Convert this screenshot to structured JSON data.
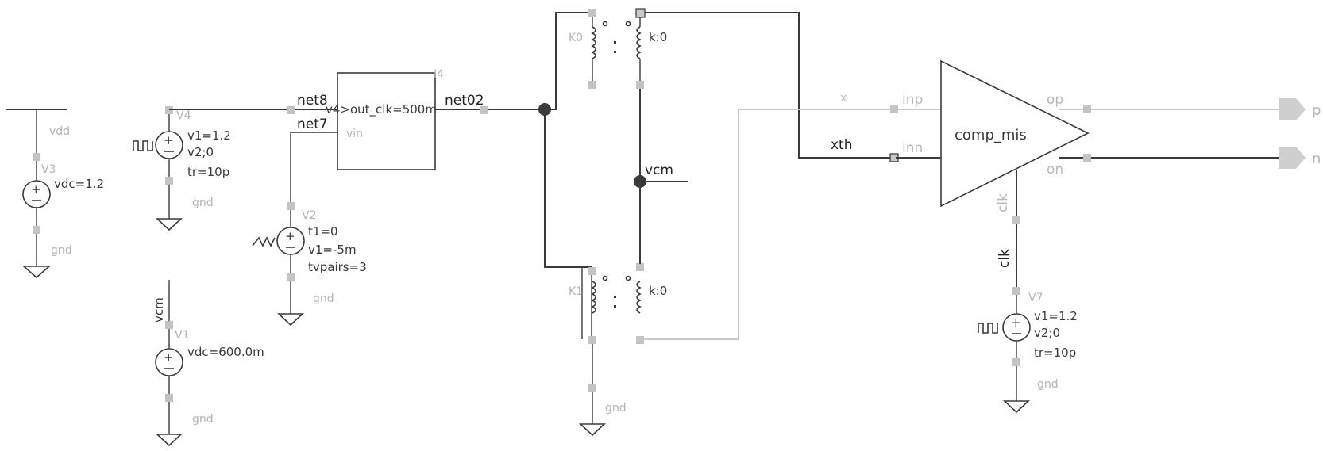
{
  "colors": {
    "wire": "#3a3a3a",
    "light_wire": "#c8c8c8",
    "pin": "#c4c4c4",
    "dim_text": "#b4b4b4",
    "background": "#ffffff"
  },
  "vdd_rail": {
    "label": "vdd"
  },
  "v3": {
    "name": "V3",
    "params": [
      "vdc=1.2"
    ],
    "gnd": "gnd"
  },
  "v4": {
    "name": "V4",
    "params": [
      "v1=1.2",
      "v2;0",
      "tr=10p"
    ],
    "gnd": "gnd"
  },
  "v1": {
    "name": "V1",
    "net": "vcm",
    "params": [
      "vdc=600.0m"
    ],
    "gnd": "gnd"
  },
  "v2": {
    "name": "V2",
    "params": [
      "t1=0",
      "v1=-5m",
      "tvpairs=3"
    ],
    "gnd": "gnd"
  },
  "i4": {
    "name": "I4",
    "text_top": "v4>out_clk=500m",
    "pin_in": "vin"
  },
  "nets": {
    "net8": "net8",
    "net7": "net7",
    "net02": "net02",
    "vcm": "vcm",
    "x": "x",
    "xth": "xth",
    "clk": "clk"
  },
  "k0": {
    "name": "K0",
    "coupling": "k:0"
  },
  "k1": {
    "name": "K1",
    "coupling": "k:0",
    "gnd": "gnd"
  },
  "comparator": {
    "name": "comp_mis",
    "pin_inp": "inp",
    "pin_inn": "inn",
    "pin_op": "op",
    "pin_on": "on",
    "pin_clk": "clk"
  },
  "v7": {
    "name": "V7",
    "params": [
      "v1=1.2",
      "v2;0",
      "tr=10p"
    ],
    "gnd": "gnd"
  },
  "ports": {
    "p": "p",
    "n": "n"
  }
}
